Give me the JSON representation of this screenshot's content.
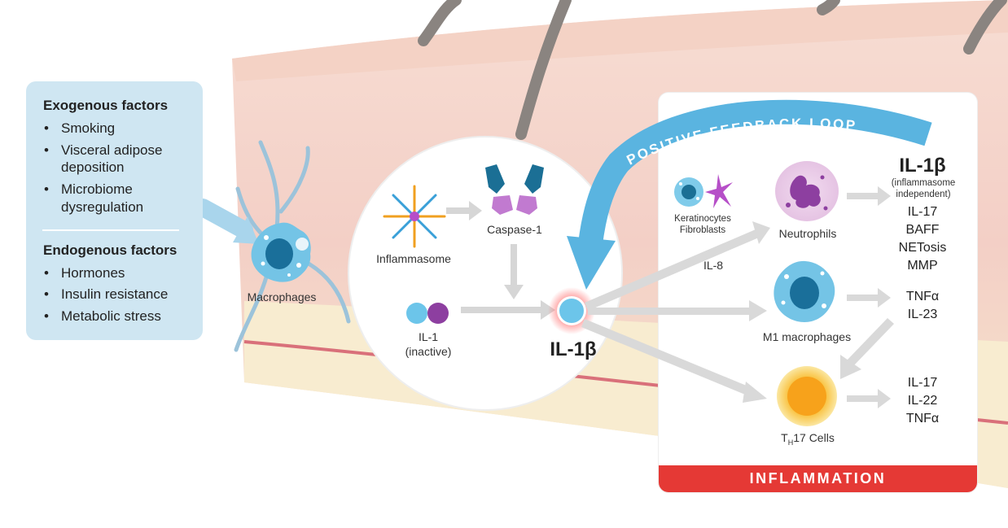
{
  "factors": {
    "exogenous_title": "Exogenous factors",
    "exogenous_items": [
      "Smoking",
      "Visceral adipose",
      "deposition",
      "Microbiome",
      "dysregulation"
    ],
    "endogenous_title": "Endogenous factors",
    "endogenous_items": [
      "Hormones",
      "Insulin resistance",
      "Metabolic stress"
    ],
    "bullet": "•"
  },
  "cells": {
    "macrophages": "Macrophages",
    "inflammasome": "Inflammasome",
    "caspase": "Caspase-1",
    "il1_inactive": [
      "IL-1",
      "(inactive)"
    ],
    "il1b_center": "IL-1β",
    "keratinocytes": [
      "Keratinocytes",
      "Fibroblasts"
    ],
    "il8": "IL-8",
    "neutrophils": "Neutrophils",
    "m1": "M1 macrophages",
    "th17_prefix": "T",
    "th17_sub": "H",
    "th17_suffix": "17 Cells"
  },
  "loop_label": "POSITIVE FEEDBACK LOOP",
  "outputs": {
    "il1b_title": "IL-1β",
    "il1b_note": [
      "(inflammasome",
      "independent)"
    ],
    "neutrophil_products": [
      "IL-17",
      "BAFF",
      "NETosis",
      "MMP"
    ],
    "m1_products": [
      "TNFα",
      "IL-23"
    ],
    "th17_products": [
      "IL-17",
      "IL-22",
      "TNFα"
    ]
  },
  "footer": "INFLAMMATION",
  "colors": {
    "factor_box": "#cfe6f2",
    "arrow_blue": "#5ab4e0",
    "inflammation_red": "#e53935",
    "skin_pink": "#f5d6cf",
    "il1b_cell": "#6cc5ea"
  }
}
